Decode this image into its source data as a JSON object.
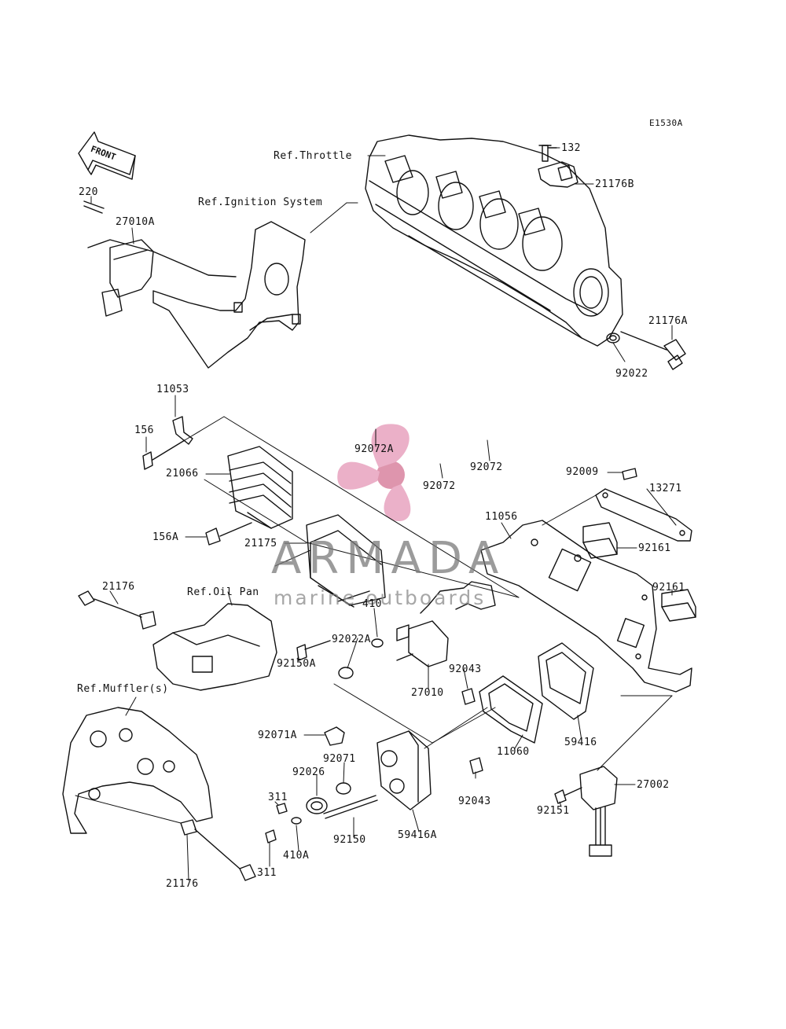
{
  "diagram_code": "E1530A",
  "front_label": "FRONT",
  "watermark": {
    "title": "ARMADA",
    "subtitle": "marine outboards"
  },
  "refs": {
    "throttle": "Ref.Throttle",
    "ignition": "Ref.Ignition System",
    "oil_pan": "Ref.Oil Pan",
    "muffler": "Ref.Muffler(s)"
  },
  "parts": {
    "p132": "132",
    "p21176B": "21176B",
    "p21176A": "21176A",
    "p92022": "92022",
    "p220": "220",
    "p27010A": "27010A",
    "p11053": "11053",
    "p156": "156",
    "p21066": "21066",
    "p156A": "156A",
    "p92072A": "92072A",
    "p92072a": "92072",
    "p92072b": "92072",
    "p92009": "92009",
    "p13271": "13271",
    "p11056": "11056",
    "p92161a": "92161",
    "p21175": "21175",
    "p92161b": "92161",
    "p21176a": "21176",
    "p410": "410",
    "p92022A": "92022A",
    "p92150A": "92150A",
    "p92043a": "92043",
    "p27010": "27010",
    "p59416": "59416",
    "p92071A": "92071A",
    "p92071": "92071",
    "p92026": "92026",
    "p311a": "311",
    "p11060": "11060",
    "p27002": "27002",
    "p92043b": "92043",
    "p92151": "92151",
    "p410A": "410A",
    "p92150": "92150",
    "p59416A": "59416A",
    "p311b": "311",
    "p21176b": "21176"
  }
}
